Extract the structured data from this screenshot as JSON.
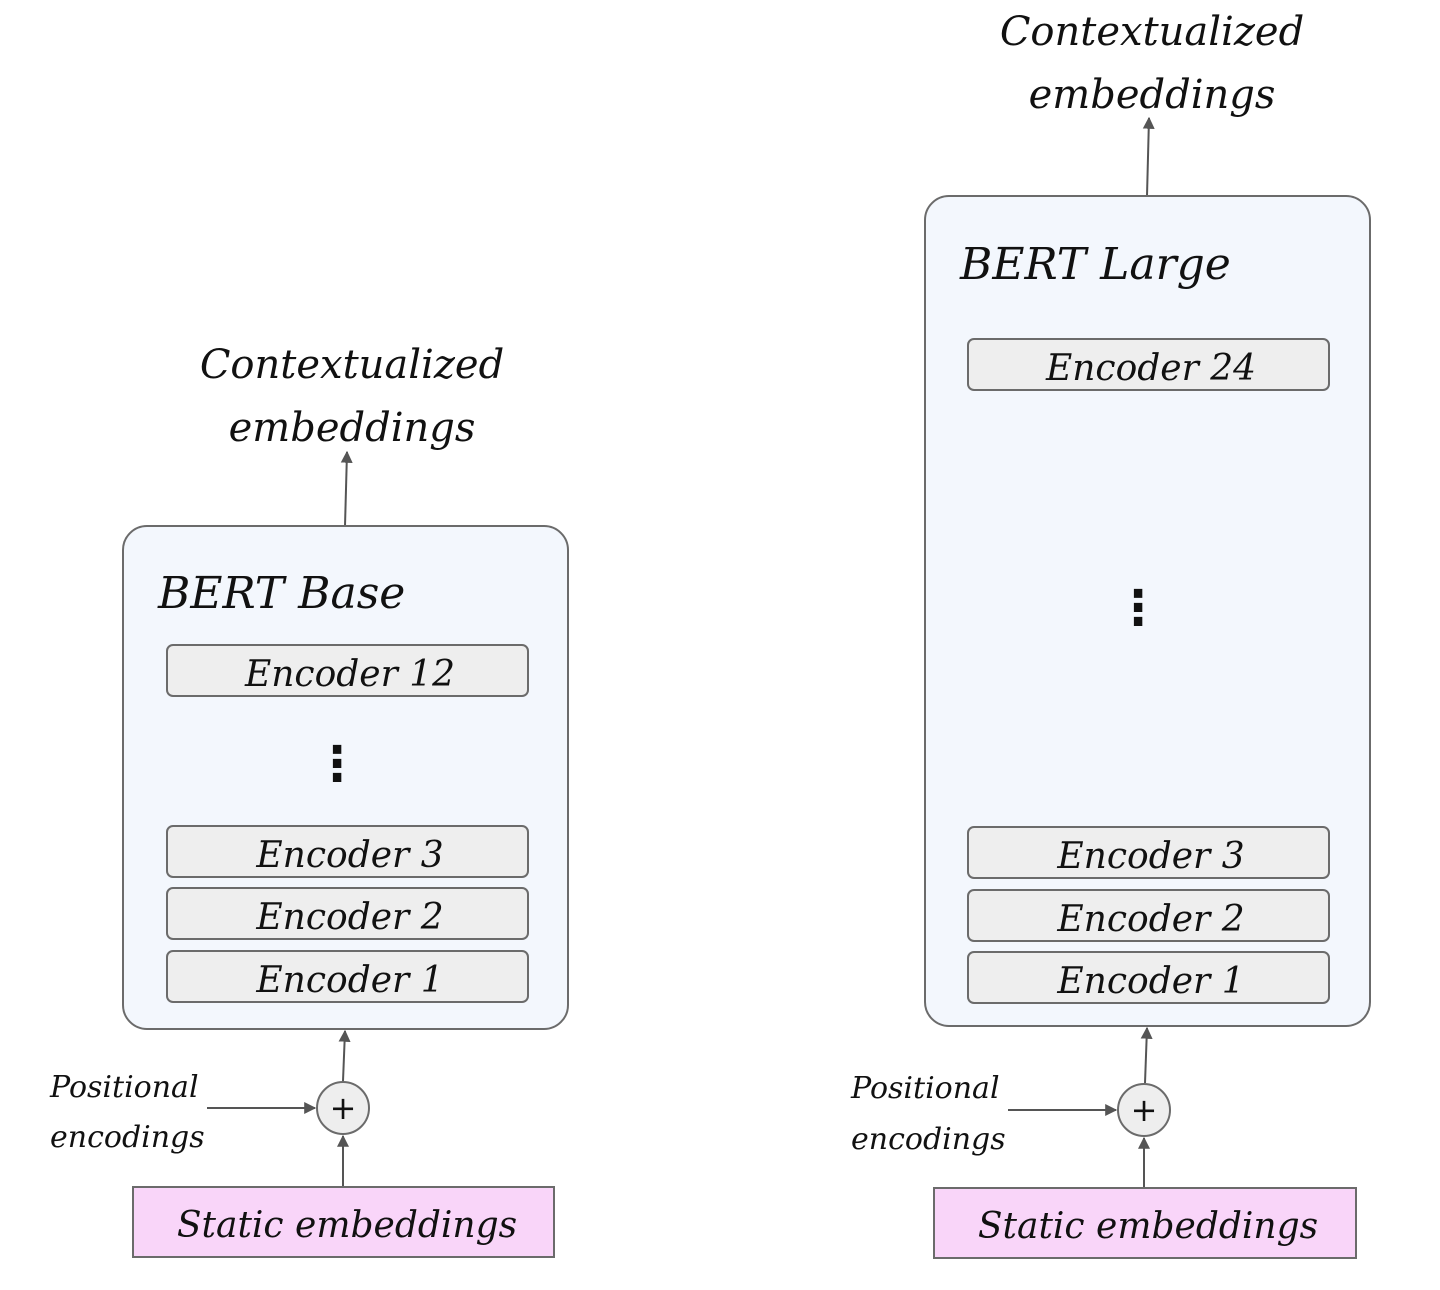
{
  "output_label_line1": "Contextualized",
  "output_label_line2": "embeddings",
  "positional_line1": "Positional",
  "positional_line2": "encodings",
  "static_label": "Static embeddings",
  "plus_symbol": "+",
  "ellipsis_symbol": "⋮",
  "models": [
    {
      "title": "BERT Base",
      "encoders": [
        "Encoder 12",
        "Encoder 3",
        "Encoder 2",
        "Encoder 1"
      ]
    },
    {
      "title": "BERT Large",
      "encoders": [
        "Encoder 24",
        "Encoder 3",
        "Encoder 2",
        "Encoder 1"
      ]
    }
  ],
  "colors": {
    "model_fill": "#f3f7fd",
    "model_stroke": "#6b6b6b",
    "encoder_fill": "#eeeeee",
    "static_fill": "#f9d5f9",
    "arrow": "#555555"
  }
}
